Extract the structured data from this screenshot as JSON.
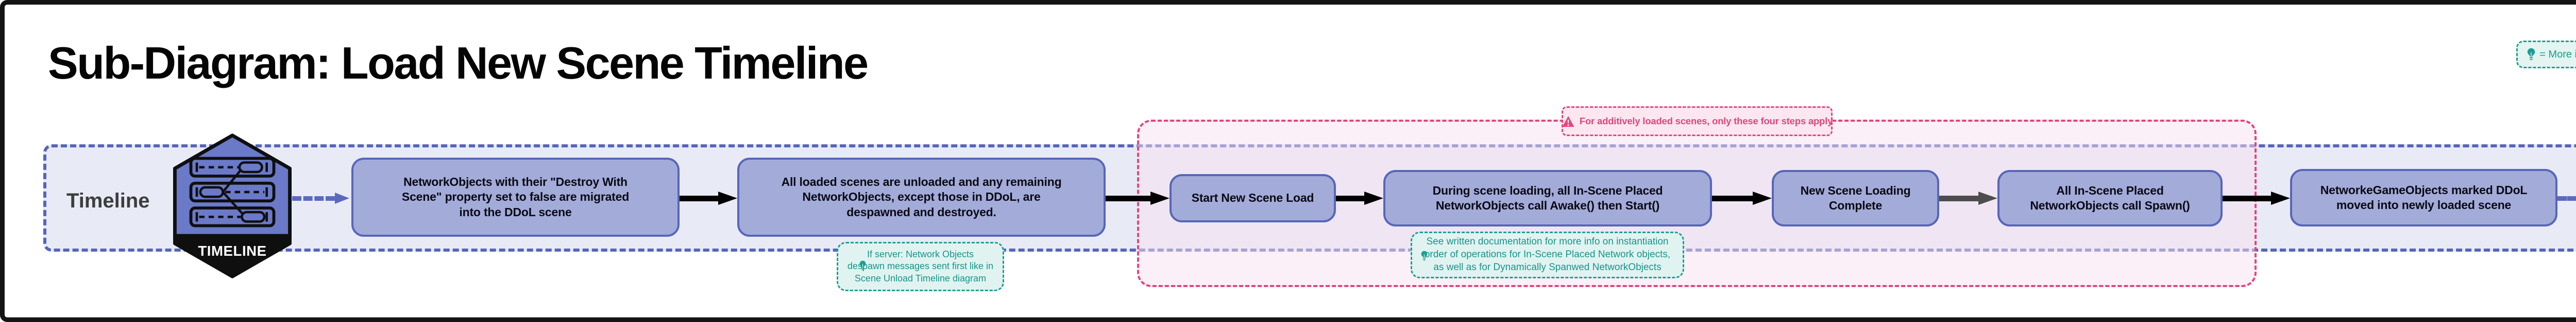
{
  "title": "Sub-Diagram: Load New Scene Timeline",
  "legend_badge": {
    "icon": "lightbulb-icon",
    "label": "= More info"
  },
  "timeline": {
    "row_label": "Timeline",
    "hexagon_caption": "TIMELINE"
  },
  "steps": [
    {
      "id": 1,
      "label": "NetworkObjects with their \"Destroy With\nScene\" property set to false are migrated\ninto the DDoL scene"
    },
    {
      "id": 2,
      "label": "All loaded scenes are unloaded and any remaining\nNetworkObjects, except those in DDoL, are\ndespawned and destroyed."
    },
    {
      "id": 3,
      "label": "Start New Scene Load"
    },
    {
      "id": 4,
      "label": "During scene loading, all In-Scene Placed\nNetworkObjects call Awake() then Start()"
    },
    {
      "id": 5,
      "label": "New Scene Loading\nComplete"
    },
    {
      "id": 6,
      "label": "All In-Scene Placed\nNetworkObjects call Spawn()"
    },
    {
      "id": 7,
      "label": "NetworkeGameObjects marked DDoL\nmoved into newly loaded scene"
    }
  ],
  "notes": [
    {
      "icon": "lightbulb-icon",
      "text": "If server: Network Objects\ndespawn messages sent first like in\nScene Unload Timeline diagram"
    },
    {
      "icon": "lightbulb-icon",
      "text": "See written documentation for more info on instantiation\norder of operations for In-Scene Placed Network objects,\nas well as for Dynamically Spanwed NetworkObjects"
    }
  ],
  "additive_region": {
    "icon": "warning-icon",
    "label": "For additively loaded scenes, only these four steps apply"
  },
  "colors": {
    "accent_purple": "#5766ba",
    "box_fill": "#a3abd9",
    "band_fill": "#e8eaf6",
    "band_border": "#5565bd",
    "hexagon_fill": "#6a79c8",
    "teal": "#1aa093",
    "teal_fill": "#e1f3f0",
    "pink": "#e8437c",
    "pink_label_fill": "#fce7f0",
    "gray_arrow": "#4d4d4d"
  }
}
